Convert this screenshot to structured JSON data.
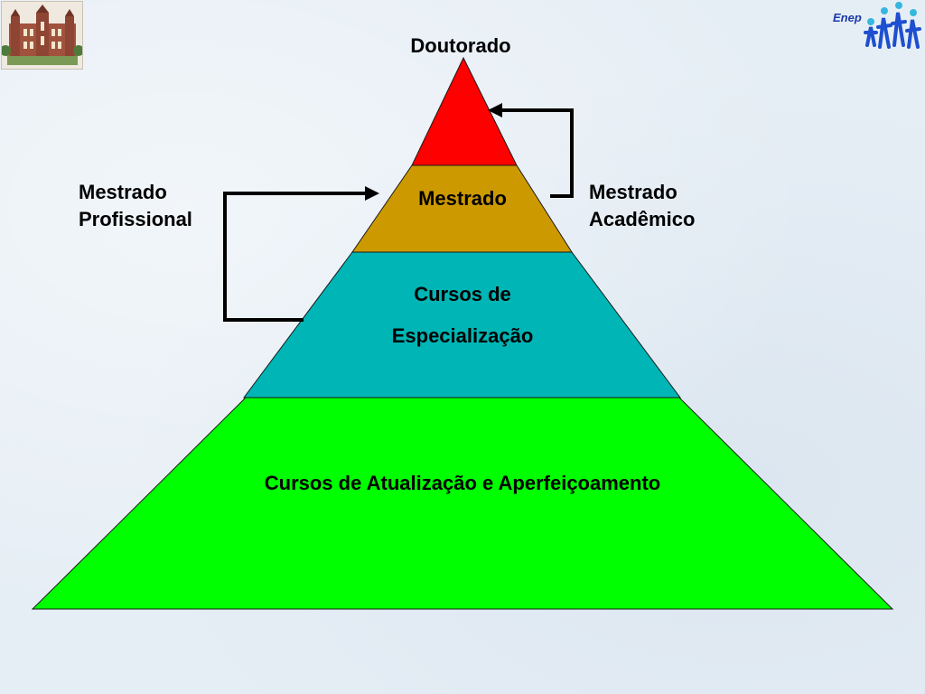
{
  "diagram": {
    "top_label": "Doutorado",
    "levels": [
      {
        "id": "doutorado",
        "color": "#ff0000"
      },
      {
        "id": "mestrado",
        "label": "Mestrado",
        "color": "#cc9900"
      },
      {
        "id": "especializacao",
        "label_line1": "Cursos de",
        "label_line2": "Especialização",
        "color": "#00b5b5"
      },
      {
        "id": "atualizacao",
        "label": "Cursos de Atualização e Aperfeiçoamento",
        "color": "#00ff00"
      }
    ],
    "left_label": {
      "line1": "Mestrado",
      "line2": "Profissional"
    },
    "right_label": {
      "line1": "Mestrado",
      "line2": "Acadêmico"
    }
  },
  "logos": {
    "left_icon": "palace-building-icon",
    "right_icon": "enep-figures-icon",
    "right_text": "Enep"
  }
}
